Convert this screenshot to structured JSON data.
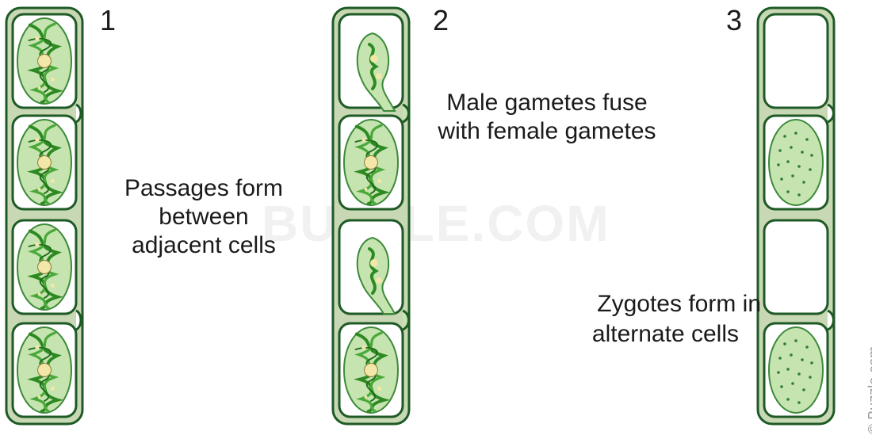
{
  "watermark": "BUZZLE.COM",
  "credit": "© Buzzle.com",
  "stages": [
    {
      "number": "1",
      "caption_lines": [
        "Passages form",
        "between",
        "adjacent cells"
      ]
    },
    {
      "number": "2",
      "caption_lines": [
        "Male gametes fuse",
        "with female gametes"
      ]
    },
    {
      "number": "3",
      "caption_lines": [
        "Zygotes form in",
        "alternate cells"
      ]
    }
  ],
  "colors": {
    "cell_wall_outer": "#c9d8b4",
    "cell_wall_line": "#1e5a26",
    "cytoplasm": "#c6e4b0",
    "chloroplast": "#3c9a2c",
    "nucleus": "#f2e6a8",
    "zygote_spots": "#2f7a3a"
  },
  "icons": {
    "cell": "spirogyra-cell-icon",
    "zygote": "zygote-icon"
  }
}
